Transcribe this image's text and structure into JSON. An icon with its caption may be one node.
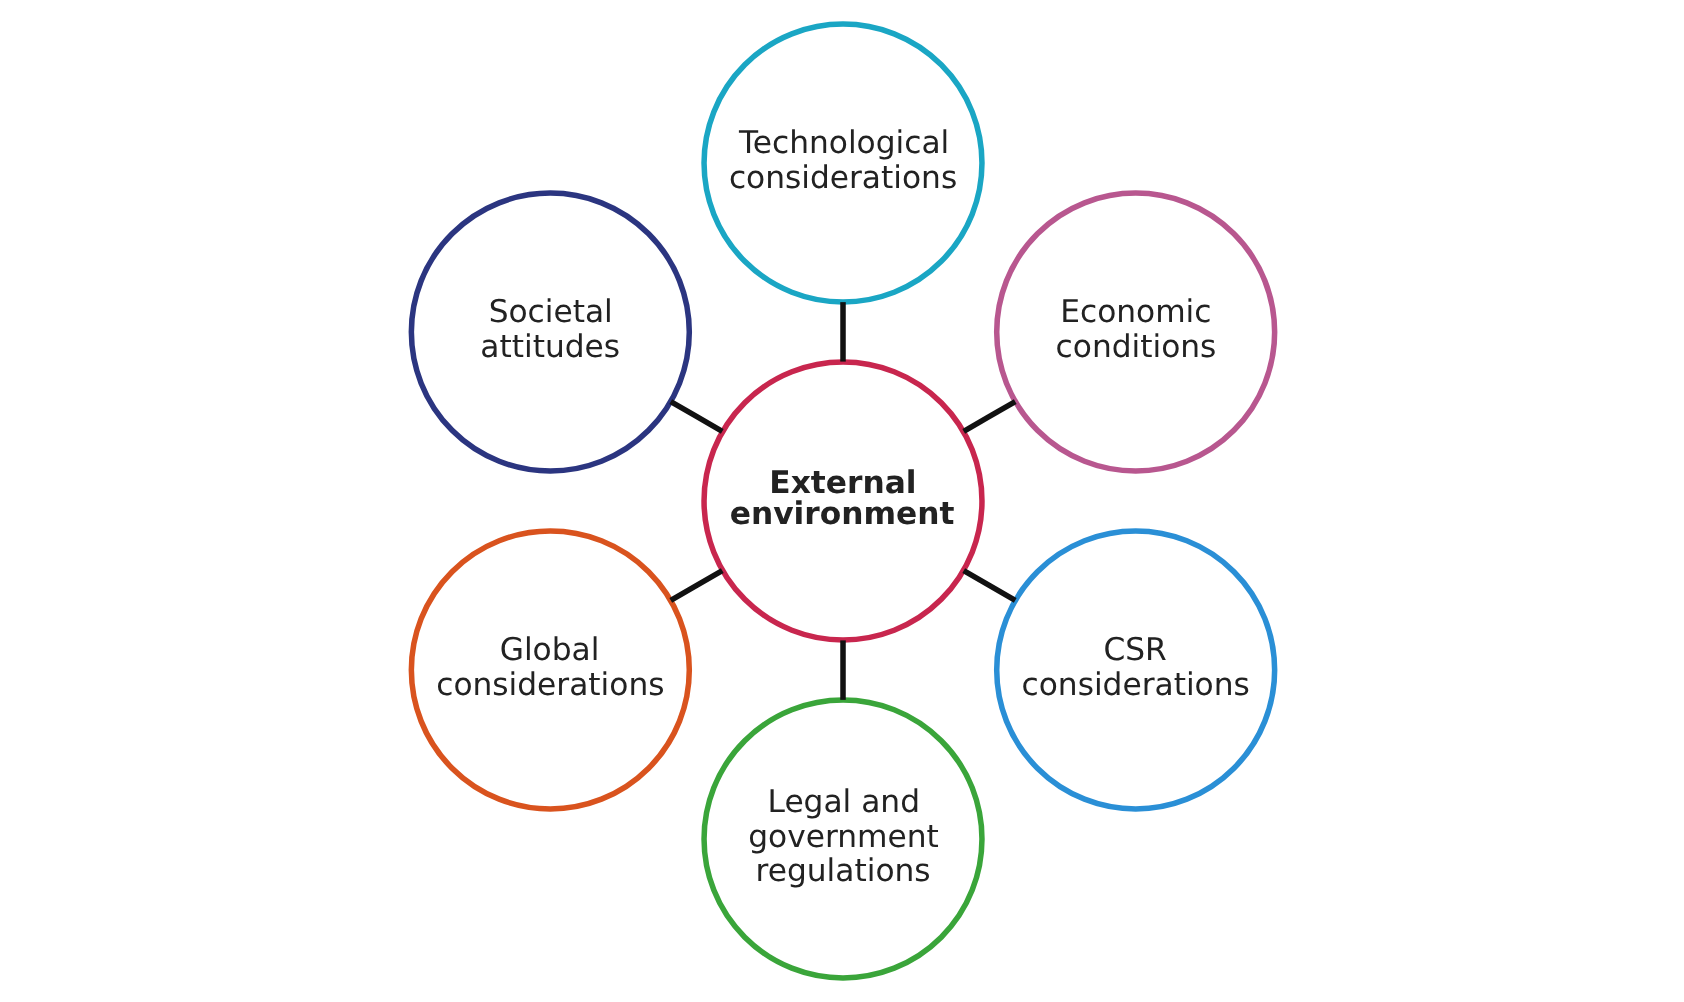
{
  "diagram": {
    "nodes": [
      {
        "text": [
          "Economic conditions"
        ]
      },
      {
        "text": [
          "Technological considerations"
        ]
      },
      {
        "text": [
          "Societal attitudes"
        ]
      },
      {
        "text": [
          "Global considerations"
        ]
      },
      {
        "text": [
          "Legal and government regulations"
        ]
      },
      {
        "text": [
          "External environment"
        ]
      },
      {
        "text": [
          "CSR considerations"
        ]
      }
    ],
    "edges": [
      {
        "from": 5,
        "to": 4,
        "arrow": "none"
      },
      {
        "from": 5,
        "to": 2,
        "arrow": "none"
      },
      {
        "from": 5,
        "to": 0,
        "arrow": "none"
      },
      {
        "from": 5,
        "to": 1,
        "arrow": "none"
      },
      {
        "from": 5,
        "to": 3,
        "arrow": "none"
      },
      {
        "from": 5,
        "to": 6,
        "arrow": "none"
      }
    ]
  }
}
